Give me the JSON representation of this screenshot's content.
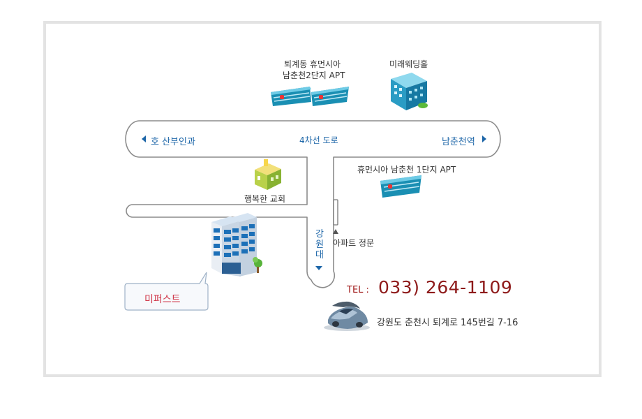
{
  "landmarks": {
    "apt2_line1": "퇴계동 휴먼시아",
    "apt2_line2": "남춘천2단지 APT",
    "wedding_hall": "미래웨딩홀",
    "apt1": "휴먼시아 남춘천 1단지 APT",
    "church": "행복한 교회",
    "apt_gate": "아파트 정문"
  },
  "roads": {
    "left_direction": "호 산부인과",
    "center_road": "4차선 도로",
    "right_direction": "남춘천역",
    "vertical_road": "강원대"
  },
  "destination": {
    "name": "미퍼스트",
    "tel_prefix": "TEL :",
    "tel": "033) 264-1109",
    "address": "강원도 춘천시 퇴계로 145번길 7-16"
  },
  "colors": {
    "road_fill": "#ffffff",
    "road_border": "#8c8c8c",
    "road_label": "#1d66a8",
    "tel_color": "#8e1a1a",
    "bubble_text": "#d0384a",
    "frame_border": "#e3e3e3"
  }
}
